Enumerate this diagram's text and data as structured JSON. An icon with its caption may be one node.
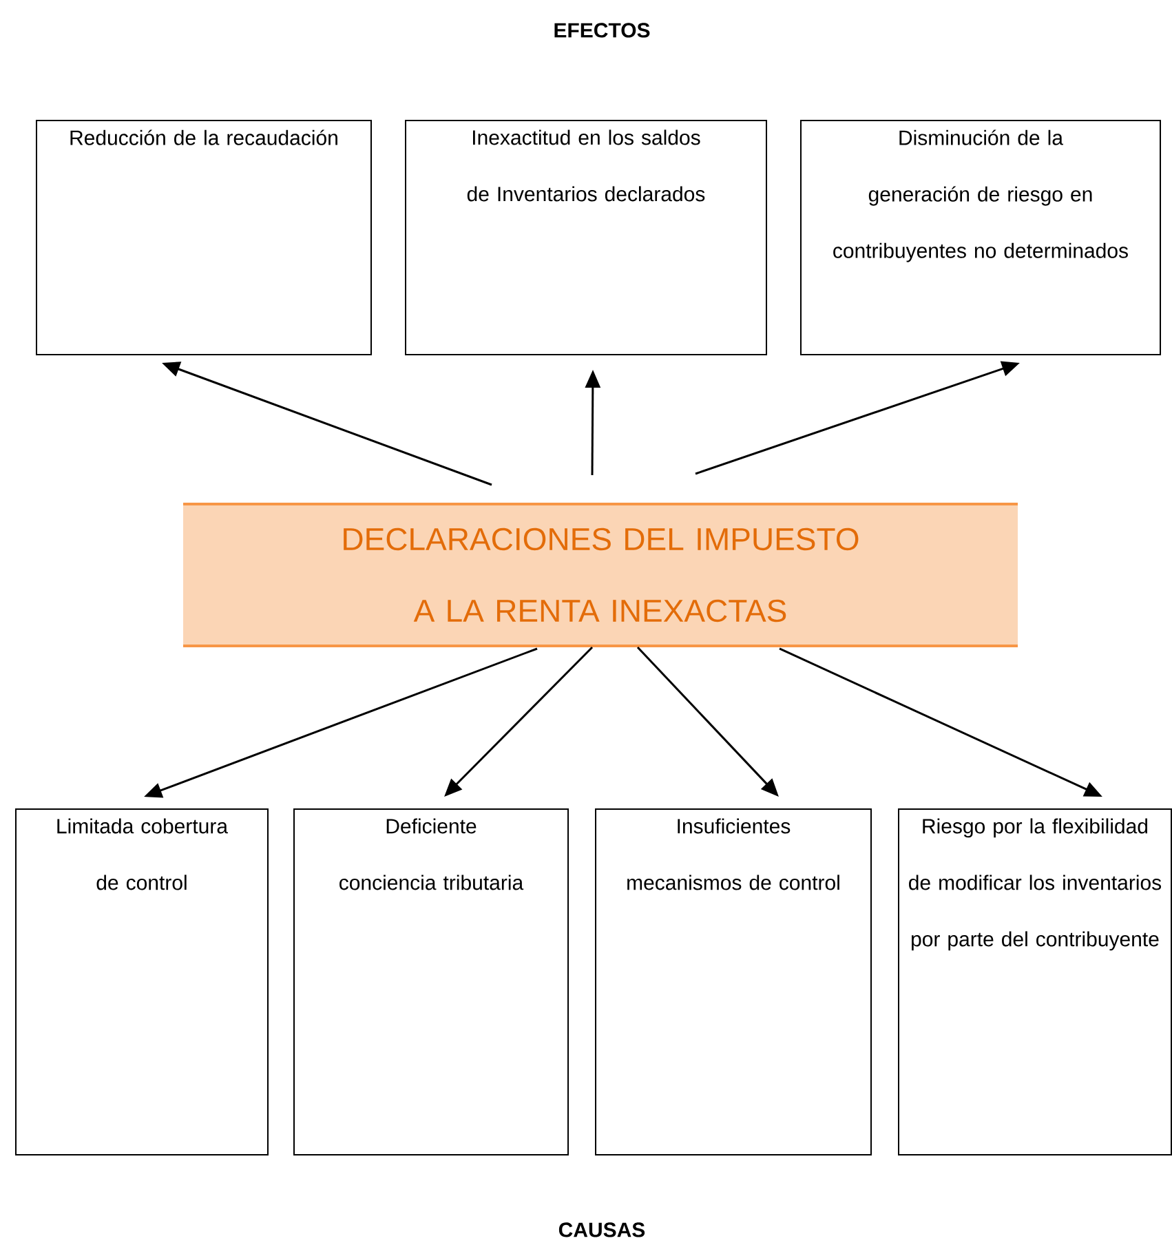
{
  "diagram": {
    "nodes": [
      {
        "text": [
          "Reducción de la recaudación"
        ]
      },
      {
        "text": [
          "Inexactitud en los saldos de Inventarios declarados"
        ]
      },
      {
        "text": [
          "Disminución de la generación de riesgo en contribuyentes no determinados"
        ]
      },
      {
        "text": [
          "DECLARACIONES DEL IMPUESTO A LA RENTA INEXACTAS"
        ]
      },
      {
        "text": [
          "Limitada cobertura de control"
        ]
      },
      {
        "text": [
          "Deficiente conciencia tributaria"
        ]
      },
      {
        "text": [
          "Insuficientes mecanismos de control"
        ]
      },
      {
        "text": [
          "Riesgo por la flexibilidad de modificar los inventarios por parte del contribuyente"
        ]
      }
    ],
    "edges": [
      {
        "from": 3,
        "to": 0,
        "arrow": "to"
      },
      {
        "from": 3,
        "to": 1,
        "arrow": "to"
      },
      {
        "from": 3,
        "to": 2,
        "arrow": "to"
      },
      {
        "from": 3,
        "to": 4,
        "arrow": "to"
      },
      {
        "from": 3,
        "to": 5,
        "arrow": "to"
      },
      {
        "from": 3,
        "to": 6,
        "arrow": "to"
      },
      {
        "from": 3,
        "to": 7,
        "arrow": "to"
      }
    ],
    "labels": [
      "EFECTOS",
      "CAUSAS"
    ]
  }
}
